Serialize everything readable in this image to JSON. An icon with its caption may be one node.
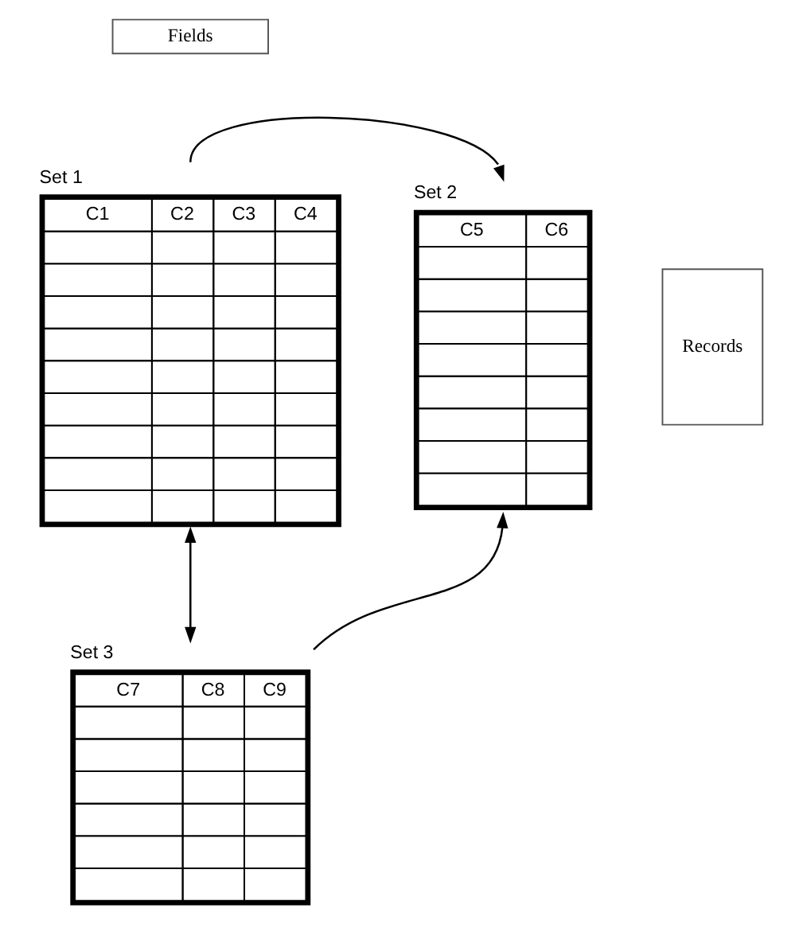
{
  "diagram": {
    "nodes": [
      {
        "text": [
          "Fields"
        ]
      },
      {
        "text": [
          "Set 1",
          "C1",
          "C2",
          "C3",
          "C4"
        ]
      },
      {
        "text": [
          "Records"
        ]
      },
      {
        "text": [
          "Set 2",
          "C5",
          "C6"
        ]
      },
      {
        "text": [
          "Set 3",
          "C7",
          "C8",
          "C9"
        ]
      }
    ],
    "edges": [
      {
        "from": 1,
        "to": 3,
        "arrow": "to"
      },
      {
        "from": 1,
        "to": 4,
        "arrow": "both"
      },
      {
        "from": 4,
        "to": 3,
        "arrow": "to"
      }
    ]
  }
}
